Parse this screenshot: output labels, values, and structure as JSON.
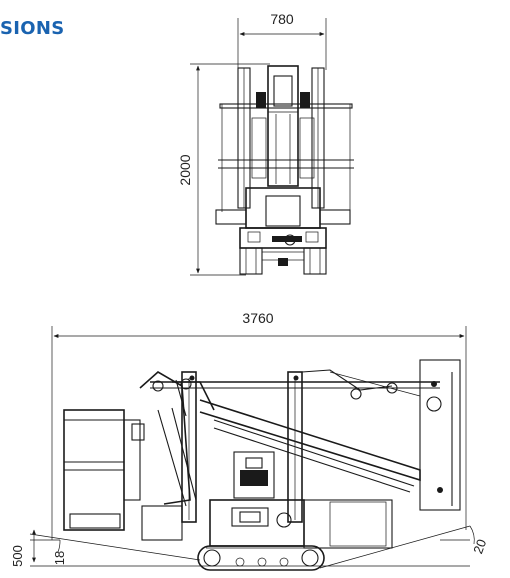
{
  "heading": "SIONS",
  "dimensions": {
    "front_width": "780",
    "front_height": "2000",
    "side_length": "3760",
    "ground_height": "500",
    "front_angle": "18",
    "rear_angle": "20"
  },
  "colors": {
    "heading": "#1a63b0",
    "line": "#1a1a1a"
  }
}
